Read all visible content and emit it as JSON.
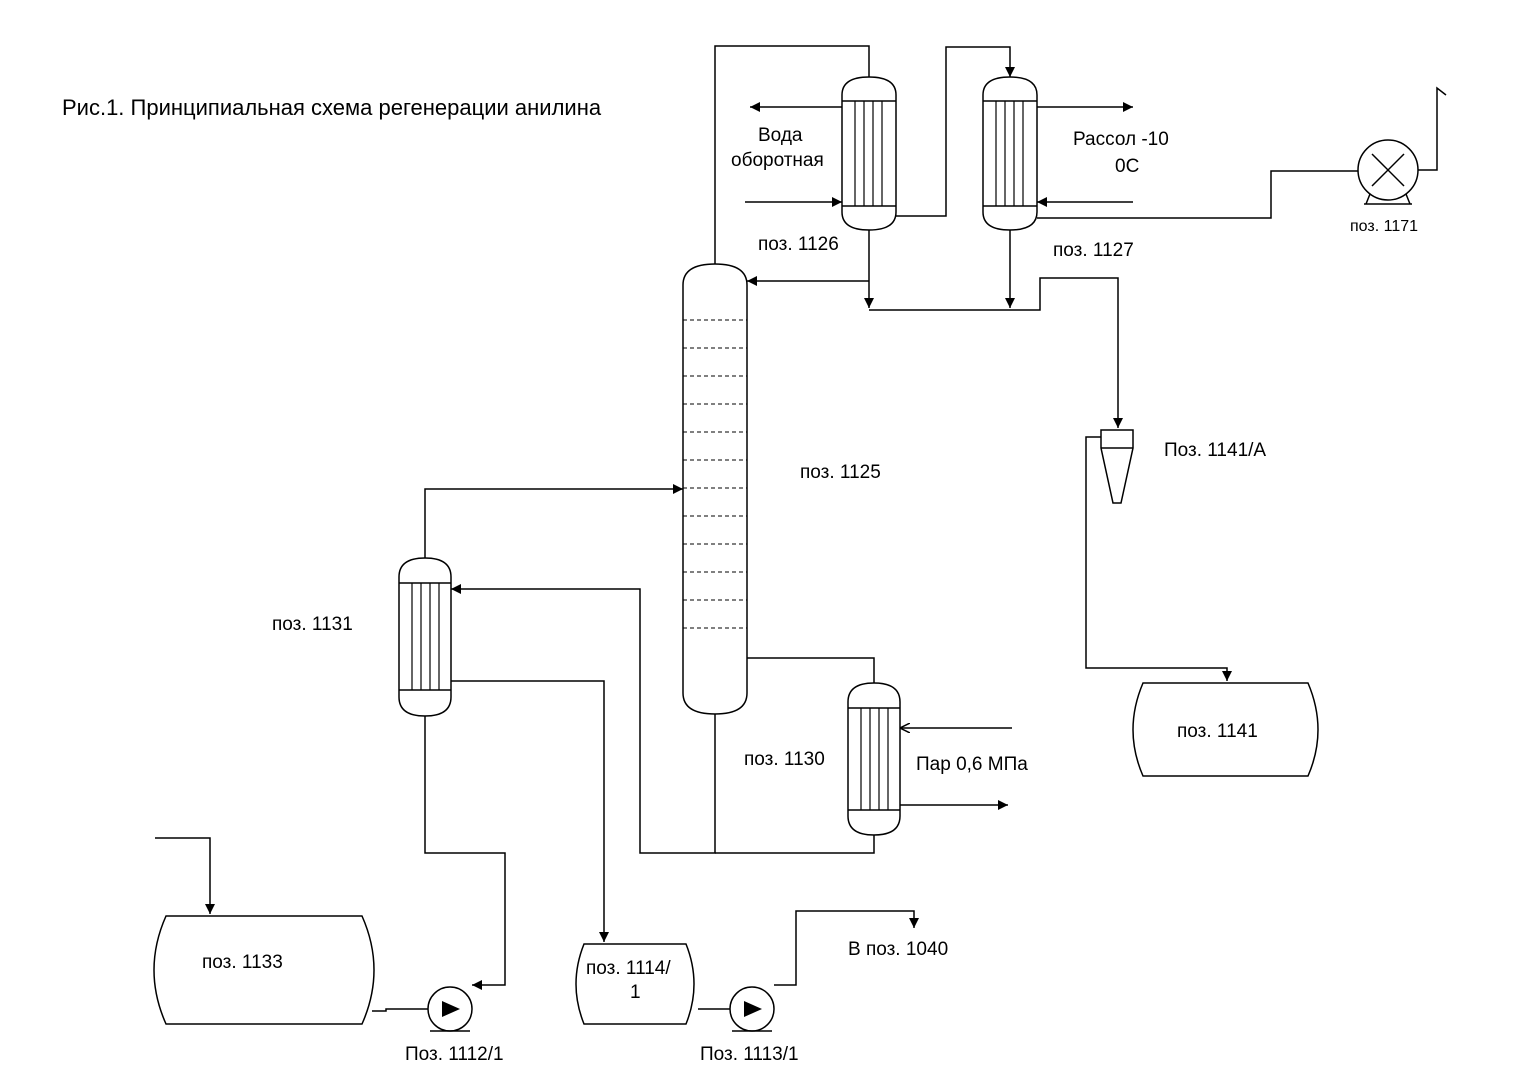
{
  "title": "Рис.1. Принципиальная схема регенерации анилина",
  "labels": {
    "water_line1": "Вода",
    "water_line2": "оборотная",
    "brine_line1": "Рассол -10",
    "brine_line2": "0С",
    "pos_1126": "поз. 1126",
    "pos_1127": "поз. 1127",
    "pos_1171": "поз. 1171",
    "pos_1125": "поз. 1125",
    "pos_1141a": "Поз. 1141/А",
    "pos_1131": "поз. 1131",
    "pos_1130": "поз. 1130",
    "steam": "Пар 0,6 МПа",
    "pos_1141": "поз. 1141",
    "pos_1133": "поз. 1133",
    "pos_1114_line1": "поз. 1114/",
    "pos_1114_line2": "1",
    "to_1040": "В поз. 1040",
    "pos_1112": "Поз. 1112/1",
    "pos_1113": "Поз. 1113/1"
  },
  "colors": {
    "stroke": "#000000",
    "background": "#ffffff"
  }
}
